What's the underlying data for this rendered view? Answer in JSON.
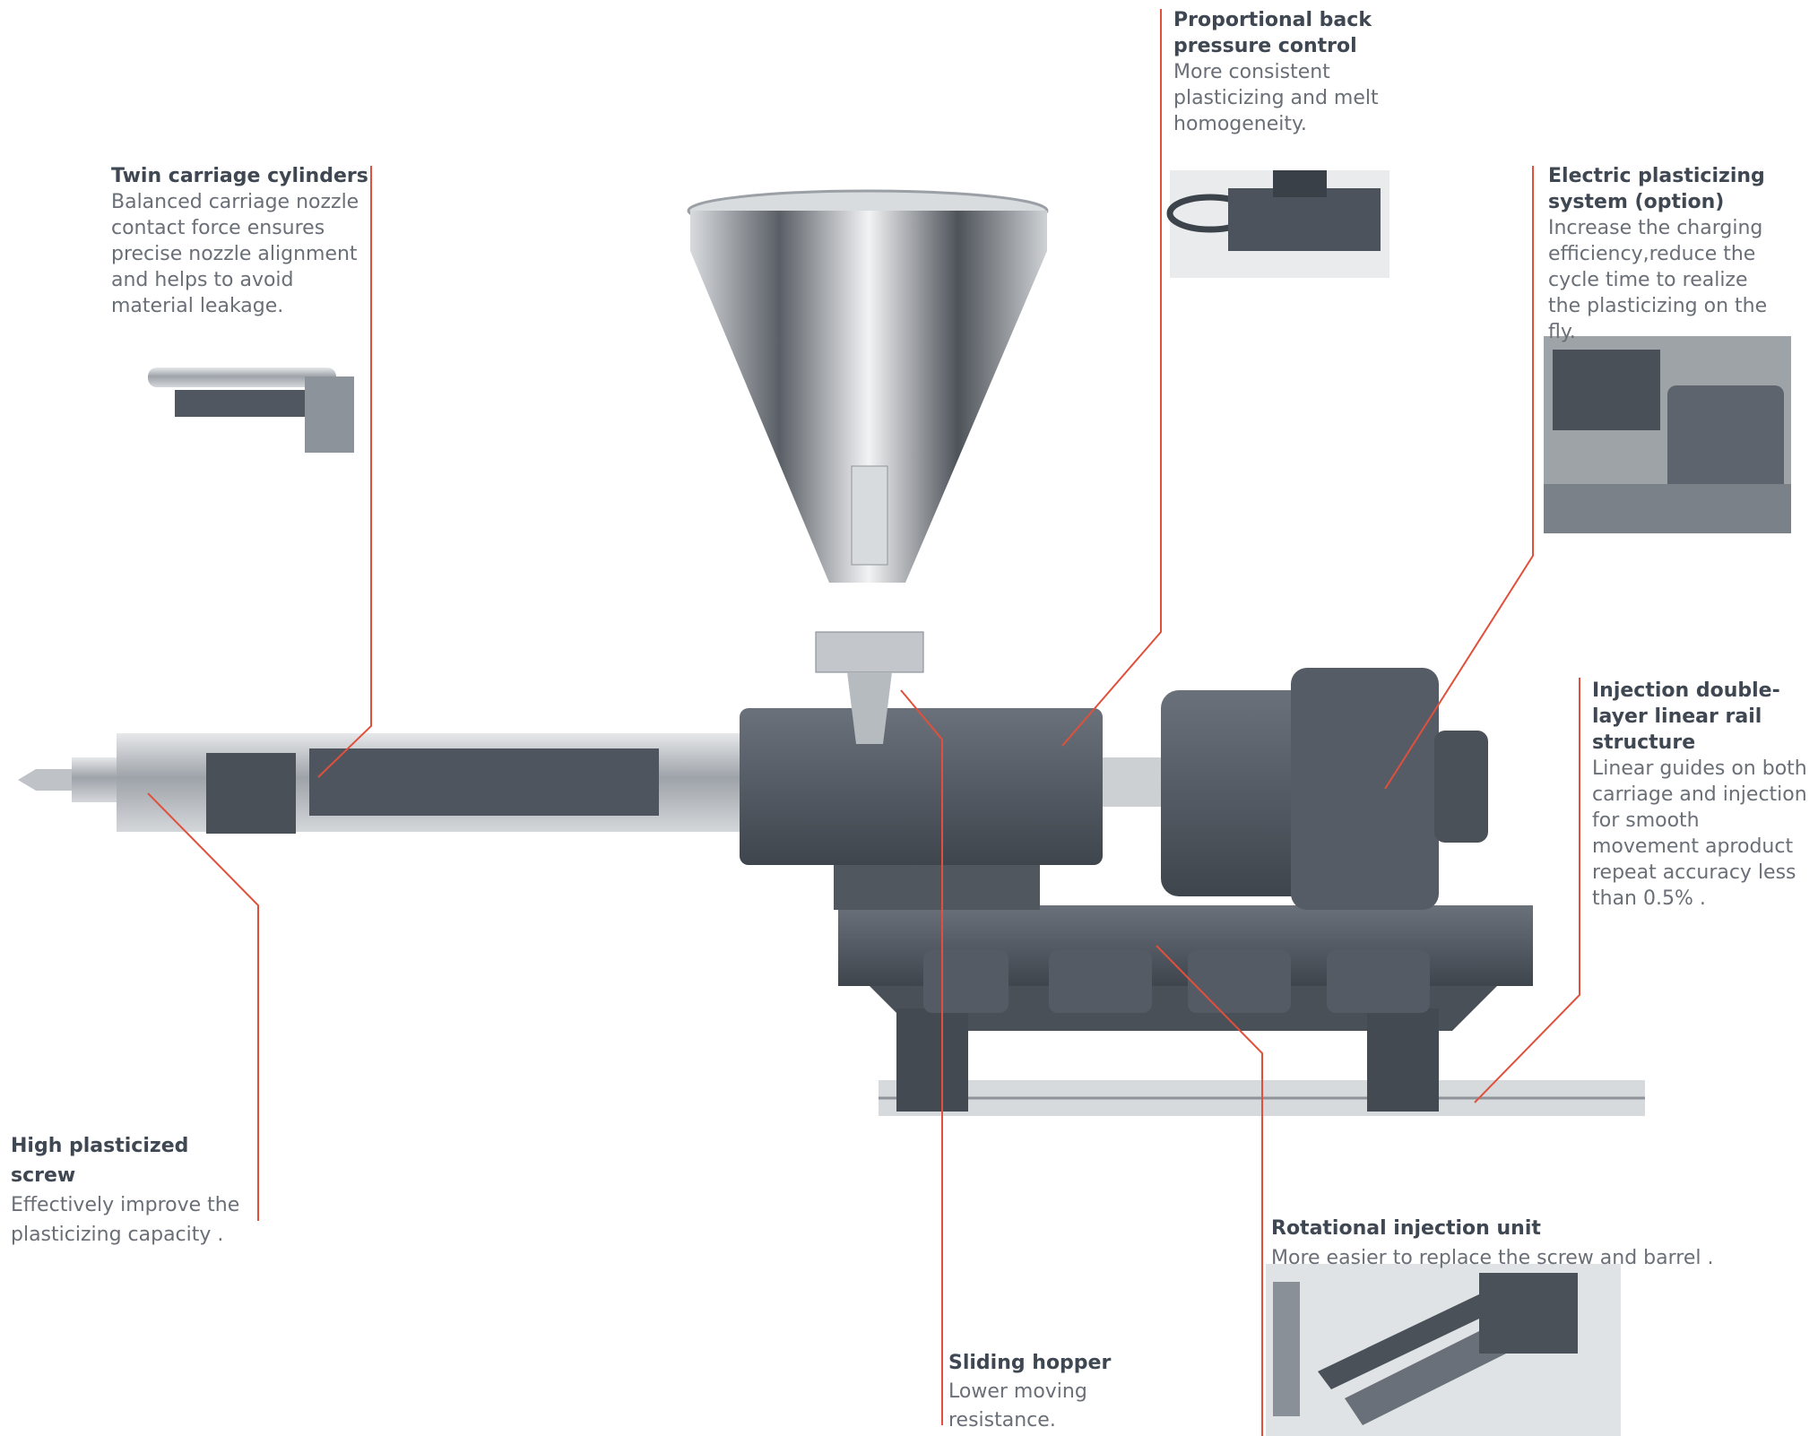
{
  "callouts": [
    {
      "id": "twin",
      "title": "Twin carriage cylinders",
      "desc": "Balanced carriage nozzle contact force ensures precise nozzle alignment and helps to avoid material leakage."
    },
    {
      "id": "backpressure",
      "title": "Proportional back pressure control",
      "desc": "More consistent plasticizing and melt homogeneity."
    },
    {
      "id": "electric",
      "title": "Electric plasticizing system (option)",
      "desc": "Increase the charging efficiency,reduce the cycle time to realize the plasticizing on the fly."
    },
    {
      "id": "rail",
      "title": "Injection double-layer linear rail structure",
      "desc": "Linear guides on both carriage and injection for smooth movement aproduct repeat accuracy less than 0.5% ."
    },
    {
      "id": "screw",
      "title": "High plasticized screw",
      "desc": "Effectively improve the plasticizing capacity ."
    },
    {
      "id": "rotational",
      "title": "Rotational injection unit",
      "desc": "More easier to replace the screw and barrel ."
    },
    {
      "id": "hopper",
      "title": "Sliding hopper",
      "desc": "Lower moving resistance."
    }
  ],
  "colors": {
    "leader": "#e0503c",
    "machine": "#4f5660",
    "steel": "#c3c7cc",
    "text": "#5b6068",
    "title": "#3f4752"
  }
}
